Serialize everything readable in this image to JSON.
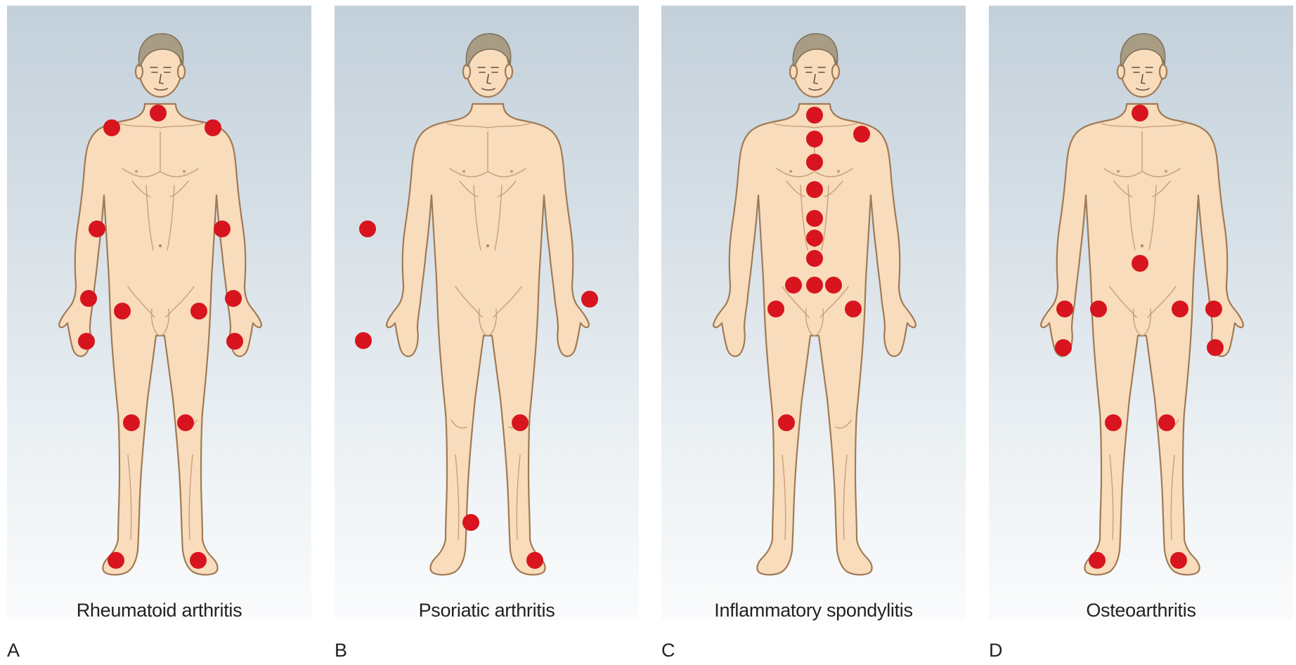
{
  "panels": [
    {
      "letter": "A",
      "caption": "Rheumatoid arthritis",
      "joints": [
        "neck",
        "left-shoulder",
        "right-shoulder",
        "left-elbow",
        "right-elbow",
        "left-wrist",
        "right-wrist",
        "left-hip",
        "right-hip",
        "left-hand",
        "right-hand",
        "left-knee",
        "right-knee",
        "left-foot",
        "right-foot"
      ]
    },
    {
      "letter": "B",
      "caption": "Psoriatic arthritis",
      "joints": [
        "right-elbow",
        "left-wrist",
        "right-hand",
        "left-knee",
        "right-ankle",
        "left-foot"
      ]
    },
    {
      "letter": "C",
      "caption": "Inflammatory spondylitis",
      "joints": [
        "spine-1",
        "spine-2",
        "spine-3",
        "spine-4",
        "spine-5",
        "spine-6",
        "spine-7",
        "left-shoulder",
        "right-sacroiliac",
        "sacrum",
        "left-sacroiliac",
        "right-hip",
        "left-hip",
        "right-knee"
      ]
    },
    {
      "letter": "D",
      "caption": "Osteoarthritis",
      "joints": [
        "neck",
        "lumbar",
        "right-wrist",
        "left-wrist",
        "right-hip",
        "left-hip",
        "right-hand",
        "left-hand",
        "right-knee",
        "left-knee",
        "right-foot",
        "left-foot"
      ]
    }
  ],
  "colors": {
    "dot": "#d8141e",
    "skin": "#f8dcbc",
    "outline": "#a07a55",
    "hair": "#a89c84",
    "panel_top": "#c3d0da",
    "panel_bottom": "#fafbfc"
  }
}
